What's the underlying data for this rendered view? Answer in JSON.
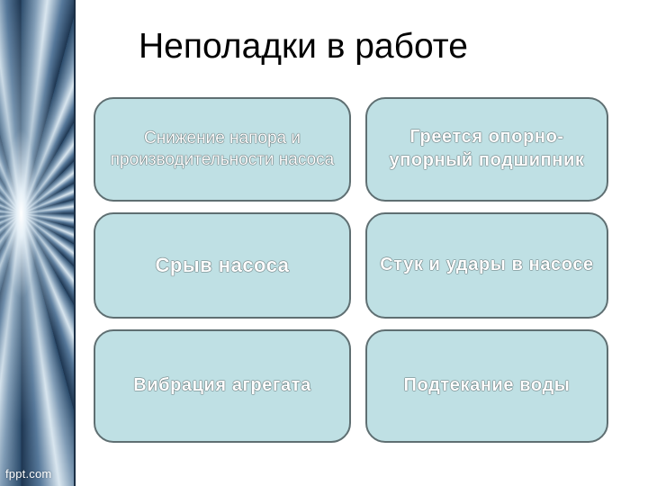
{
  "title": "Неполадки в работе",
  "watermark": "fppt.com",
  "cells": [
    "Снижение напора и производительности насоса",
    "Греется опорно-упорный подшипник",
    "Срыв насоса",
    "Стук и удары в насосе",
    "Вибрация агрегата",
    "Подтекание воды"
  ],
  "colors": {
    "cell_fill": "#bfe0e4",
    "cell_border": "#5f6f72",
    "title_text": "#000000",
    "cell_text": "#ffffff"
  }
}
